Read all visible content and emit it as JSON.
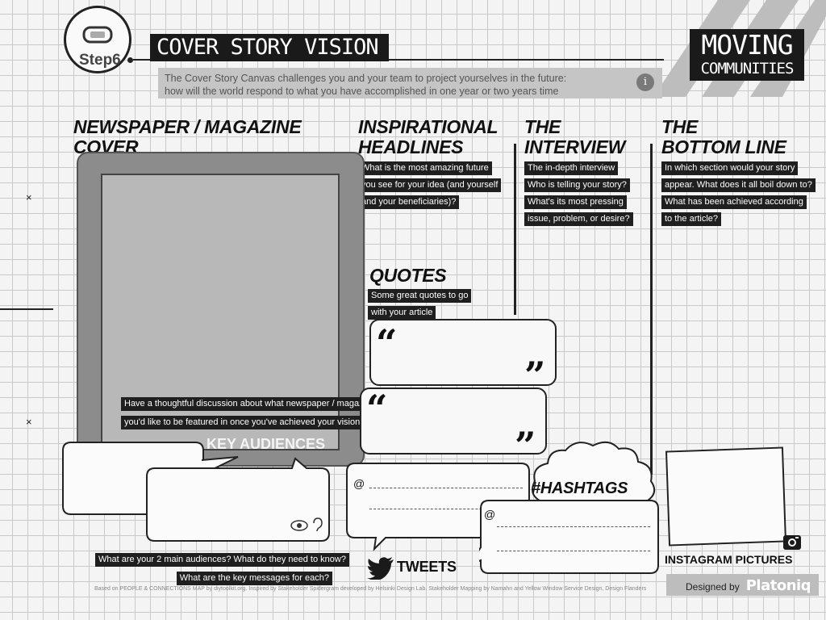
{
  "header": {
    "step": "Step6",
    "title": "COVER STORY VISION",
    "intro_line1": "The Cover Story Canvas challenges you and your team to project yourselves in the future:",
    "intro_line2": "how will the world respond to what you have accomplished in one year or two years time",
    "info_glyph": "i",
    "logo_line1": "MOVING",
    "logo_line2": "COMMUNITIES"
  },
  "cover": {
    "heading_line1": "NEWSPAPER / MAGAZINE",
    "heading_line2": "COVER",
    "prompt_line1": "Have a thoughtful discussion about what newspaper / magazine",
    "prompt_line2": "you'd like to be featured in once you've achieved your vision"
  },
  "headlines": {
    "heading_line1": "INSPIRATIONAL",
    "heading_line2": "HEADLINES",
    "prompts": [
      "What is the most amazing future",
      "you see for your idea (and yourself",
      "and your beneficiaries)?"
    ]
  },
  "interview": {
    "heading_line1": "THE",
    "heading_line2": "INTERVIEW",
    "prompts": [
      "The in-depth interview",
      "Who is telling your story?",
      "What's its most pressing",
      "issue, problem, or desire?"
    ]
  },
  "bottom_line": {
    "heading_line1": "THE",
    "heading_line2": "BOTTOM LINE",
    "prompts": [
      "In which section would your story",
      "appear. What does it all boil down to?",
      "What has been achieved according",
      "to the article?"
    ]
  },
  "quotes": {
    "heading": "QUOTES",
    "prompts": [
      "Some great quotes to go",
      "with your article"
    ],
    "open_mark": "“",
    "close_mark": "”"
  },
  "audiences": {
    "heading": "KEY AUDIENCES",
    "prompts": [
      "What are your 2 main audiences? What do they need to know?",
      "What are the key messages for each?"
    ]
  },
  "tweets": {
    "heading": "TWEETS",
    "at_sign": "@"
  },
  "hashtags": {
    "heading": "#HASHTAGS"
  },
  "instagram": {
    "heading": "INSTAGRAM PICTURES"
  },
  "footer": {
    "credits": "Based on PEOPLE & CONNECTIONS MAP by diytoolkit.org. Inspired by Stakeholder Spidergram developed by Helsinki Design Lab. Stakeholder Mapping by Namahn and Yellow Window Service Design, Design Flanders",
    "designed_by": "Designed by",
    "brand": "Platoniq"
  },
  "margin_marks": [
    "×",
    "×"
  ],
  "colors": {
    "dark": "#1a1a1a",
    "tablet": "#8c8c8c",
    "screen": "#b8b8b8",
    "intro_band": "#c5c5c5"
  }
}
